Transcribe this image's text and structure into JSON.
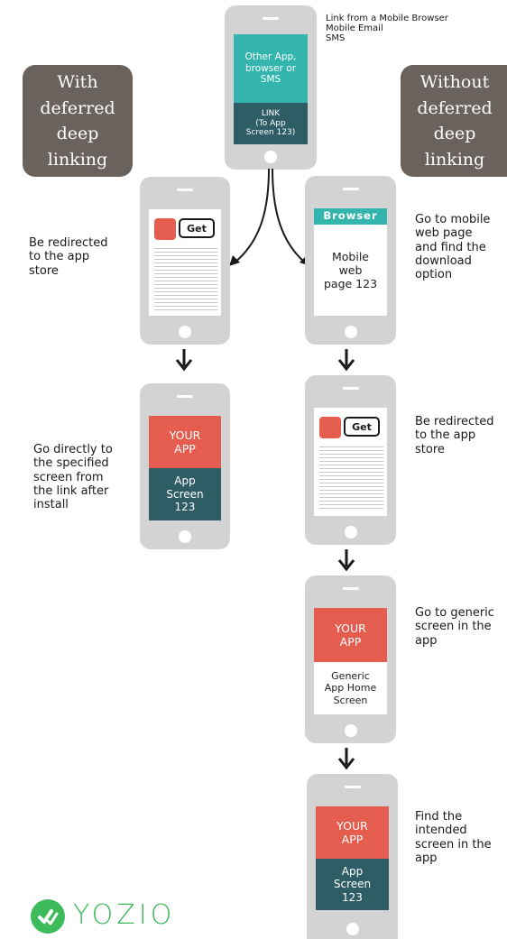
{
  "badges": {
    "left": "With\ndeferred\ndeep\nlinking",
    "right": "Without\ndeferred\ndeep\nlinking"
  },
  "top_phone": {
    "top_text": "Other App,\nbrowser or\nSMS",
    "bottom_text": "LINK\n(To App\nScreen 123)",
    "caption": "Link  from a Mobile Browser\nMobile Email\nSMS"
  },
  "left_flow": {
    "store": {
      "get_label": "Get",
      "caption": "Be redirected\nto the app\nstore"
    },
    "app": {
      "top_text": "YOUR\nAPP",
      "bottom_text": "App\nScreen\n123",
      "caption": "Go directly to\nthe specified\nscreen from\nthe link after\ninstall"
    }
  },
  "right_flow": {
    "browser": {
      "header": "Browser",
      "body": "Mobile\nweb\npage 123",
      "caption": "Go to mobile\nweb page\nand find the\ndownload\noption"
    },
    "store": {
      "get_label": "Get",
      "caption": "Be redirected\nto the app\nstore"
    },
    "generic": {
      "top_text": "YOUR\nAPP",
      "bottom_text": "Generic\nApp Home\nScreen",
      "caption": "Go to generic\nscreen in the\napp"
    },
    "final": {
      "top_text": "YOUR\nAPP",
      "bottom_text": "App\nScreen\n123",
      "caption": "Find the\nintended\nscreen in the\napp"
    }
  },
  "logo": {
    "text": "YOZIO",
    "color": "#3dbb5b"
  },
  "colors": {
    "teal": "#33b5ad",
    "slate": "#2f5d66",
    "coral": "#e55d4e",
    "phone": "#d3d3d3",
    "badge": "#6a625c"
  }
}
